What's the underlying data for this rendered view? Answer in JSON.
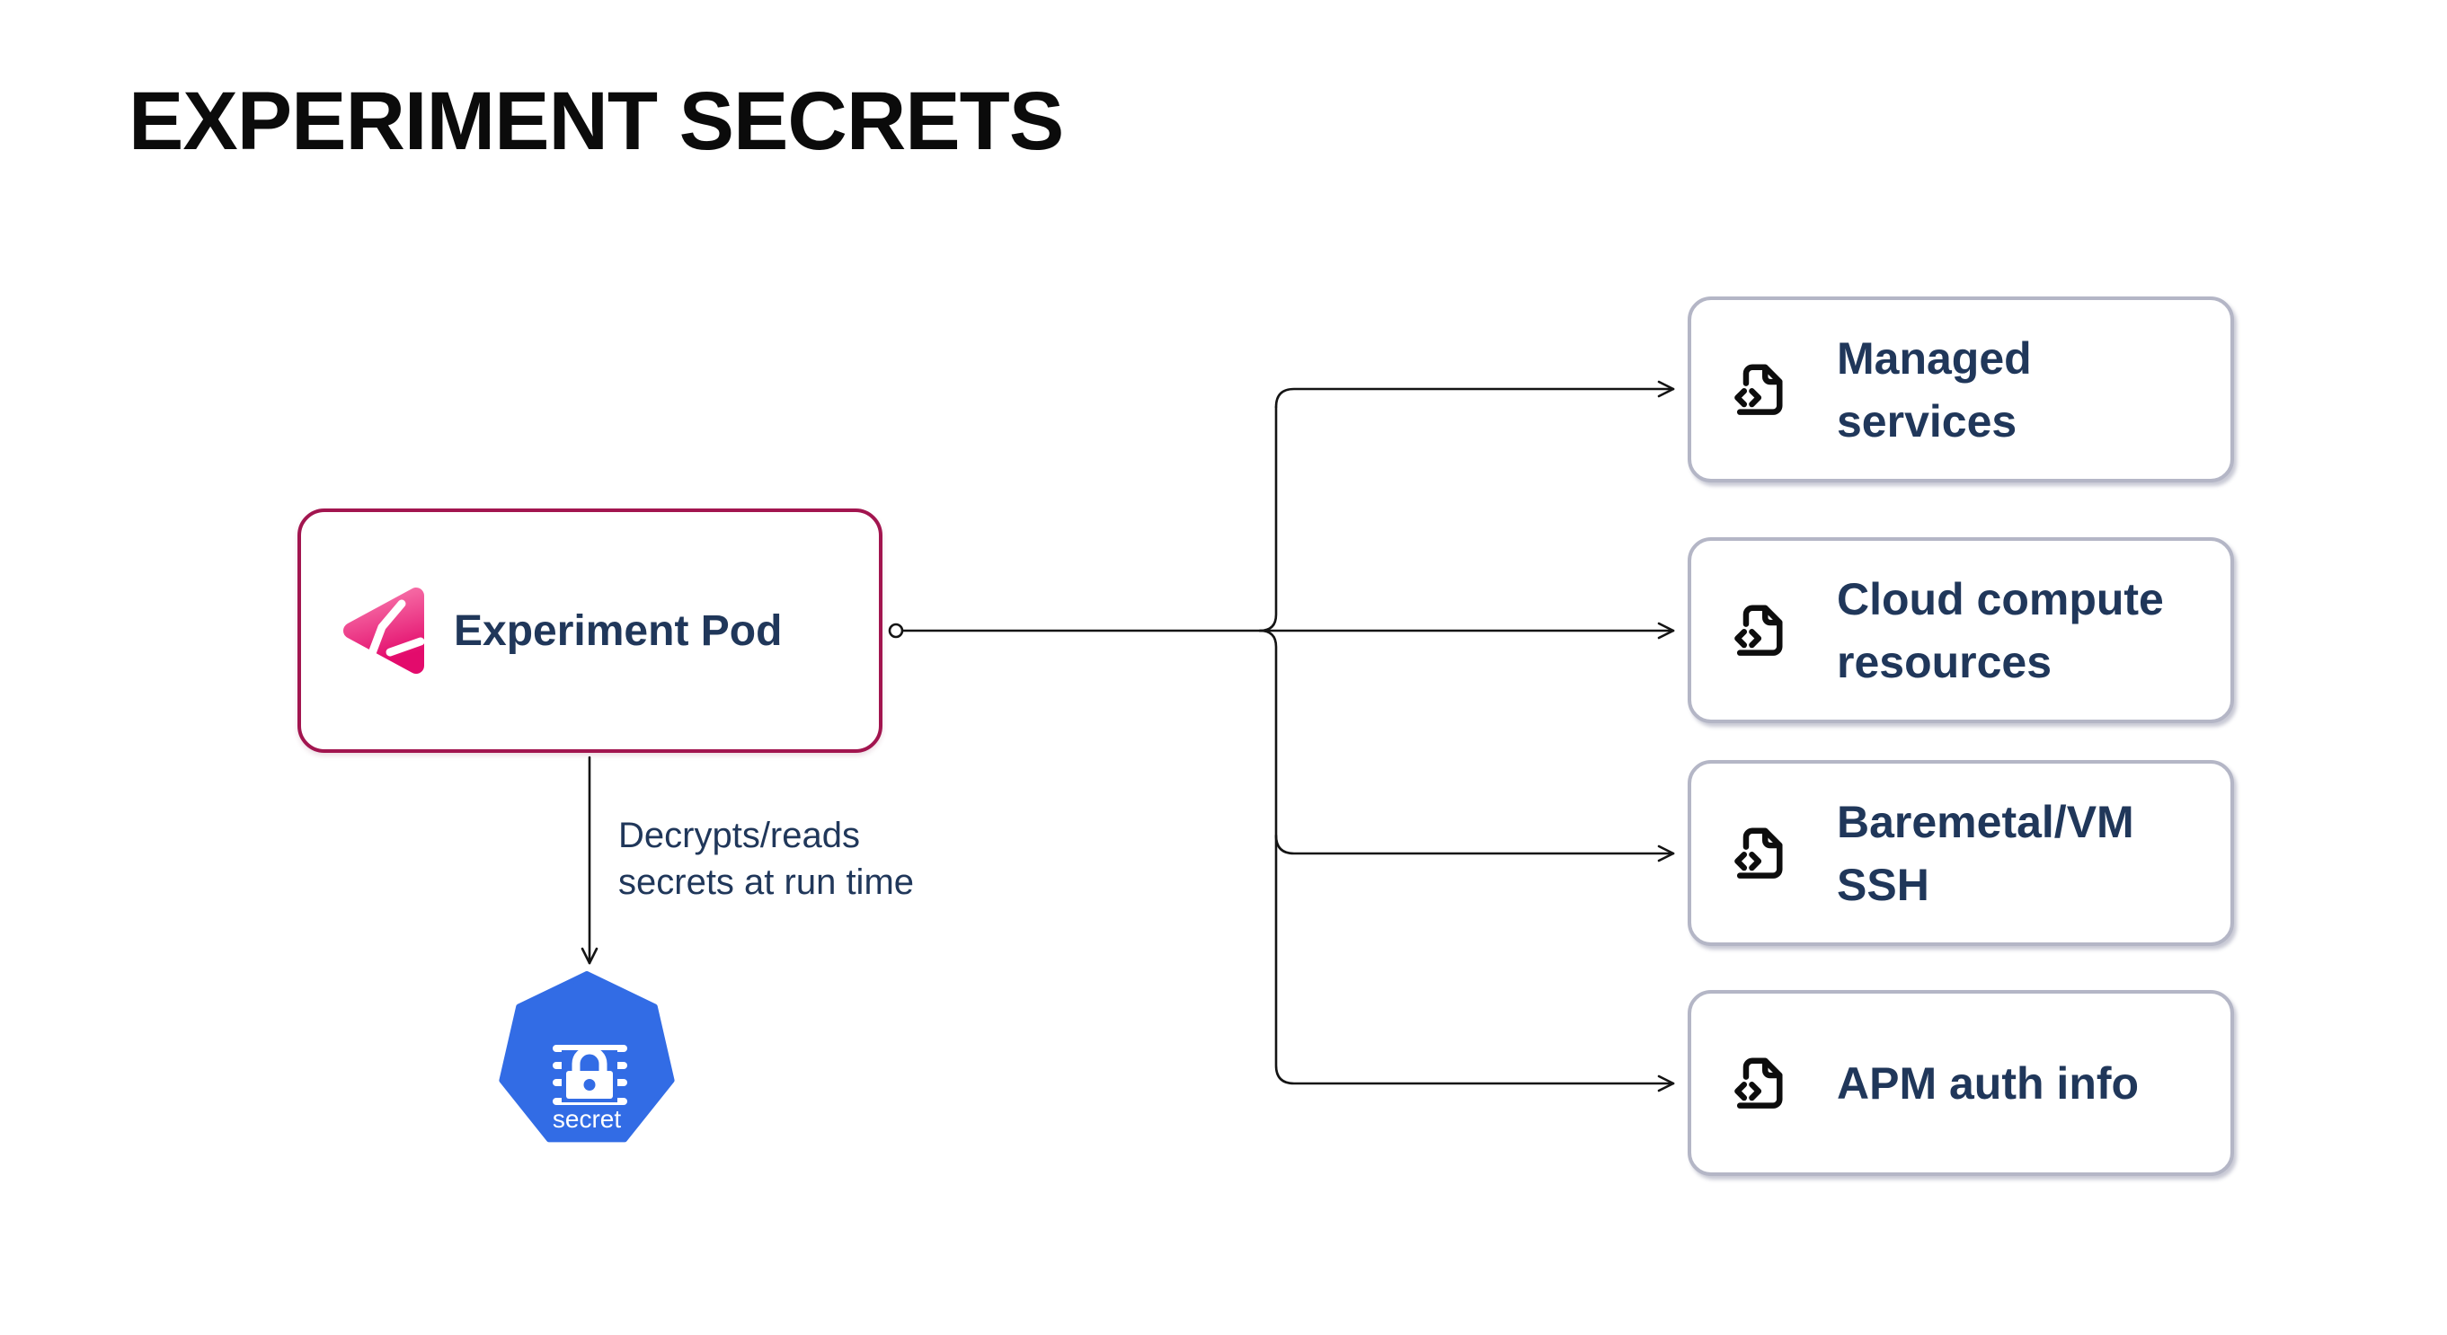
{
  "title": "EXPERIMENT SECRETS",
  "colors": {
    "pod_border": "#A2154F",
    "navy_text": "#20375A",
    "target_border": "#B4B6C6",
    "k8s_blue": "#326CE5",
    "line": "#141414",
    "logo_pink_light": "#F878AC",
    "logo_pink_dark": "#E30B6C",
    "title_color": "#0B0B0B"
  },
  "pod": {
    "label": "Experiment Pod",
    "icon": "chaos-experiment-logo-icon"
  },
  "annotation": {
    "lines": [
      "Decrypts/reads",
      "secrets at run time"
    ]
  },
  "secret_node": {
    "label": "secret",
    "icon": "kubernetes-secret-icon"
  },
  "targets": [
    {
      "label": "Managed services",
      "icon": "file-code-icon"
    },
    {
      "label": "Cloud compute resources",
      "icon": "file-code-icon"
    },
    {
      "label": "Baremetal/VM SSH",
      "icon": "file-code-icon"
    },
    {
      "label": "APM auth info",
      "icon": "file-code-icon"
    }
  ]
}
